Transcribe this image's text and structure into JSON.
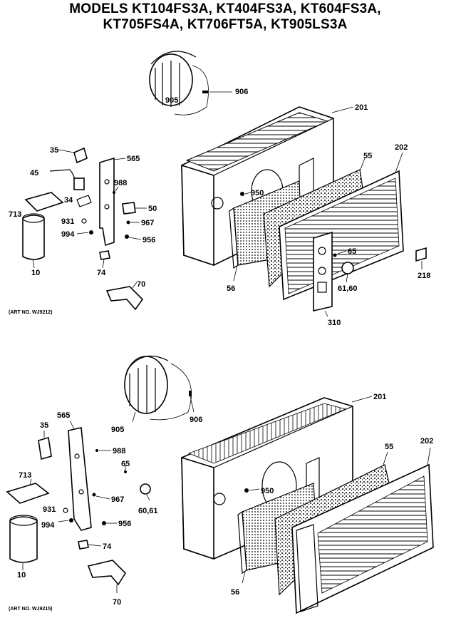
{
  "title_line1": "MODELS KT104FS3A, KT404FS3A, KT604FS3A,",
  "title_line2": "KT705FS4A, KT706FT5A, KT905LS3A",
  "top": {
    "art_no": "(ART NO. WJ9212)",
    "labels": {
      "p905": "905",
      "p906": "906",
      "p201": "201",
      "p202": "202",
      "p35": "35",
      "p565": "565",
      "p45": "45",
      "p988": "988",
      "p34": "34",
      "p50": "50",
      "p713": "713",
      "p931": "931",
      "p967": "967",
      "p994": "994",
      "p956": "956",
      "p10": "10",
      "p74": "74",
      "p70": "70",
      "p950": "950",
      "p55": "55",
      "p65": "65",
      "p218": "218",
      "p56": "56",
      "p6160": "61,60",
      "p310": "310"
    }
  },
  "bottom": {
    "art_no": "(ART NO. WJ9215)",
    "labels": {
      "p201": "201",
      "p905": "905",
      "p906": "906",
      "p565": "565",
      "p35": "35",
      "p988": "988",
      "p55": "55",
      "p202": "202",
      "p65": "65",
      "p950": "950",
      "p713": "713",
      "p967": "967",
      "p6061": "60,61",
      "p931": "931",
      "p994": "994",
      "p956": "956",
      "p74": "74",
      "p10": "10",
      "p56": "56",
      "p70": "70"
    }
  }
}
